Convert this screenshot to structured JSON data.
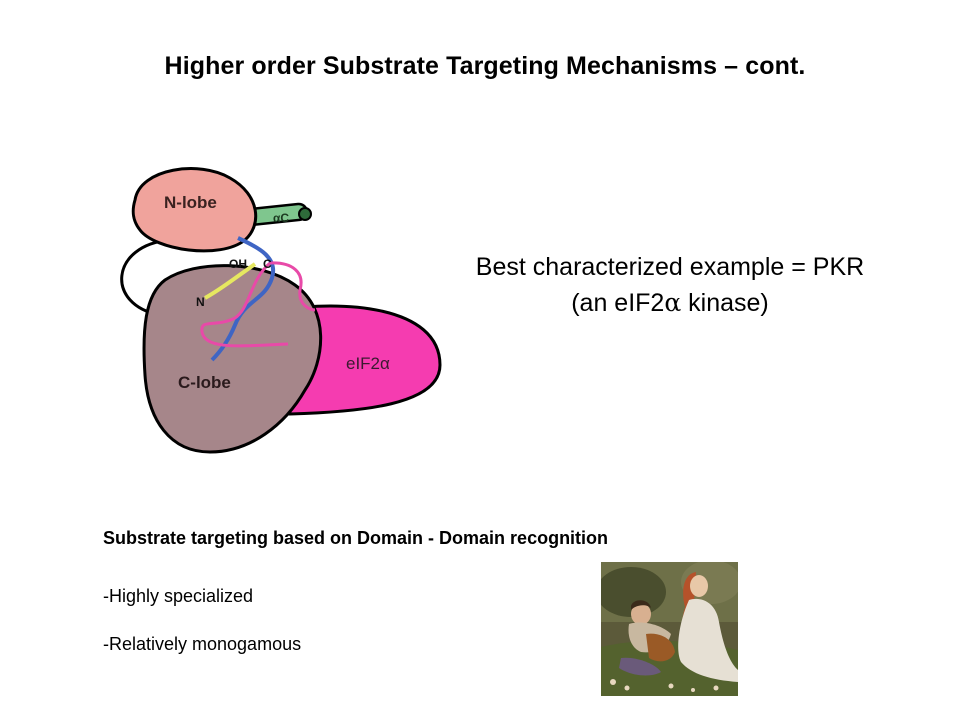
{
  "slide": {
    "title": "Higher order Substrate Targeting Mechanisms – cont."
  },
  "diagram": {
    "n_lobe_label": "N-lobe",
    "c_lobe_label": "C-lobe",
    "helix_label": "αC",
    "oh_label": "OH",
    "c_label": "C",
    "n_label": "N",
    "substrate_label": "eIF2α",
    "colors": {
      "n_lobe": "#f0a39c",
      "c_lobe": "#a6868a",
      "substrate": "#f53cb0",
      "helix": "#7fc68e",
      "activation_loop": "#3f65c4",
      "yellow_strand": "#e6e860",
      "pink_strand": "#e84aa8"
    }
  },
  "example": {
    "line1": "Best characterized example = PKR",
    "line2_prefix": "(an eIF2",
    "line2_greek": "α",
    "line2_suffix": " kinase)"
  },
  "bullets": {
    "heading": "Substrate targeting based on Domain - Domain recognition",
    "items": [
      "-Highly specialized",
      "-Relatively monogamous"
    ]
  },
  "painting": {
    "subject": "painting of two figures seated on grass among flowers"
  }
}
